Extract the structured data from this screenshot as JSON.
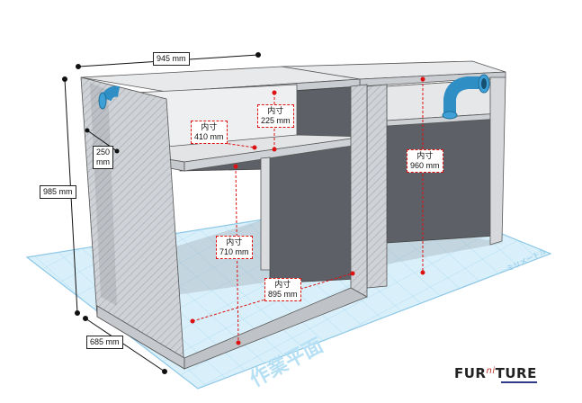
{
  "diagram": {
    "grid_label": "作業平面",
    "grid_corner_label": "ミリメートル",
    "colors": {
      "workplane": "#cdeaf8",
      "workplane_line": "#9fd1ec",
      "frame_light": "#e1e3e6",
      "frame_mid": "#c9ccd1",
      "panel_dark": "#5a5d63",
      "pipe": "#2f8fc4",
      "dimension_red": "#dd1111"
    }
  },
  "dimensions": {
    "width": "945 mm",
    "height": "985 mm",
    "depth": "685 mm",
    "depth_small": "250\nmm",
    "inner_410": {
      "label": "内寸",
      "value": "410 mm"
    },
    "inner_225": {
      "label": "内寸",
      "value": "225 mm"
    },
    "inner_710": {
      "label": "内寸",
      "value": "710 mm"
    },
    "inner_895": {
      "label": "内寸",
      "value": "895 mm"
    },
    "inner_960": {
      "label": "内寸",
      "value": "960 mm"
    }
  },
  "logo": {
    "prefix": "FUR",
    "middle": "ni",
    "suffix": "TURE"
  }
}
